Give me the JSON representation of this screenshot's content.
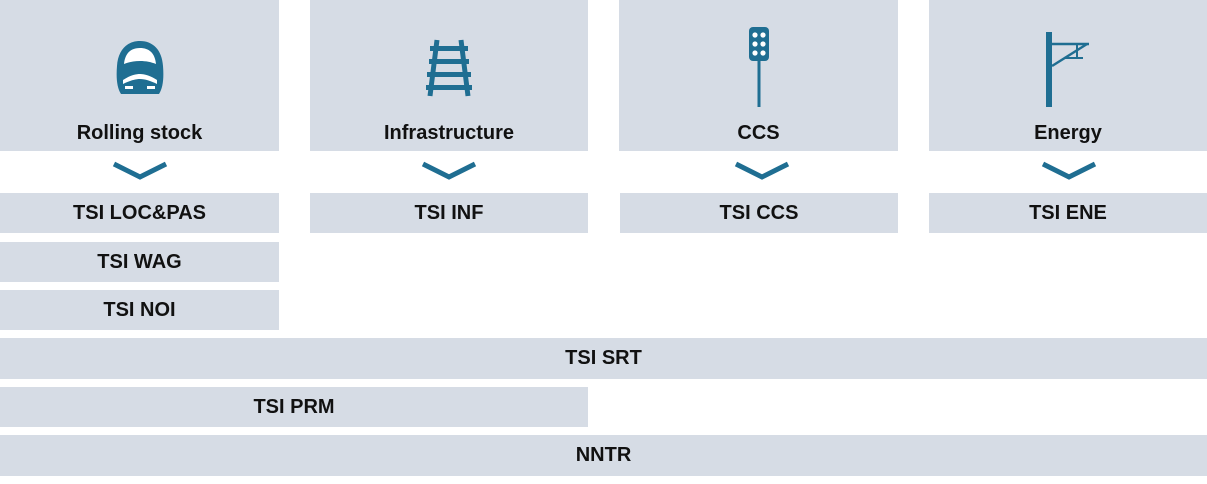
{
  "colors": {
    "box_bg": "#d6dce5",
    "accent": "#1f6e92",
    "text": "#111111"
  },
  "categories": [
    {
      "title": "Rolling stock",
      "icon": "train-icon",
      "tsi": "TSI LOC&PAS"
    },
    {
      "title": "Infrastructure",
      "icon": "rail-track-icon",
      "tsi": "TSI INF"
    },
    {
      "title": "CCS",
      "icon": "signal-light-icon",
      "tsi": "TSI CCS"
    },
    {
      "title": "Energy",
      "icon": "catenary-mast-icon",
      "tsi": "TSI ENE"
    }
  ],
  "rolling_stock_extra": [
    "TSI WAG",
    "TSI NOI"
  ],
  "cross_cutting": [
    "TSI SRT",
    "TSI PRM",
    "NNTR"
  ]
}
